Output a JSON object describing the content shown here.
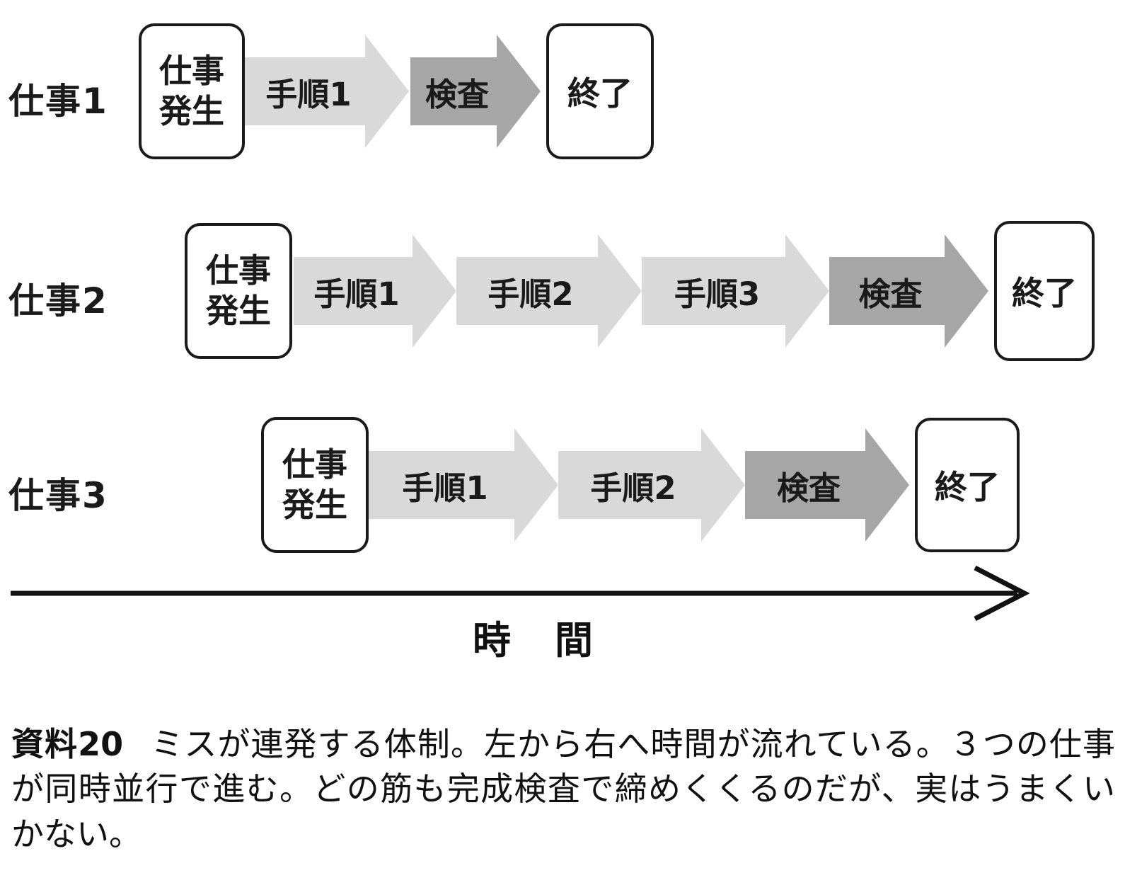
{
  "diagram": {
    "rows": [
      {
        "label": "仕事1",
        "start": "仕事\n発生",
        "steps": [
          "手順1",
          "検査"
        ],
        "end": "終了"
      },
      {
        "label": "仕事2",
        "start": "仕事\n発生",
        "steps": [
          "手順1",
          "手順2",
          "手順3",
          "検査"
        ],
        "end": "終了"
      },
      {
        "label": "仕事3",
        "start": "仕事\n発生",
        "steps": [
          "手順1",
          "手順2",
          "検査"
        ],
        "end": "終了"
      }
    ],
    "time_label": "時　間"
  },
  "caption": {
    "tag": "資料20",
    "text": "ミスが連発する体制。左から右へ時間が流れている。３つの仕事が同時並行で進む。どの筋も完成検査で締めくくるのだが、実はうまくいかない。"
  },
  "colors": {
    "arrow_step": "#d9d9d9",
    "arrow_inspection": "#a6a6a6",
    "outline": "#1a1a1a",
    "background": "#ffffff"
  }
}
